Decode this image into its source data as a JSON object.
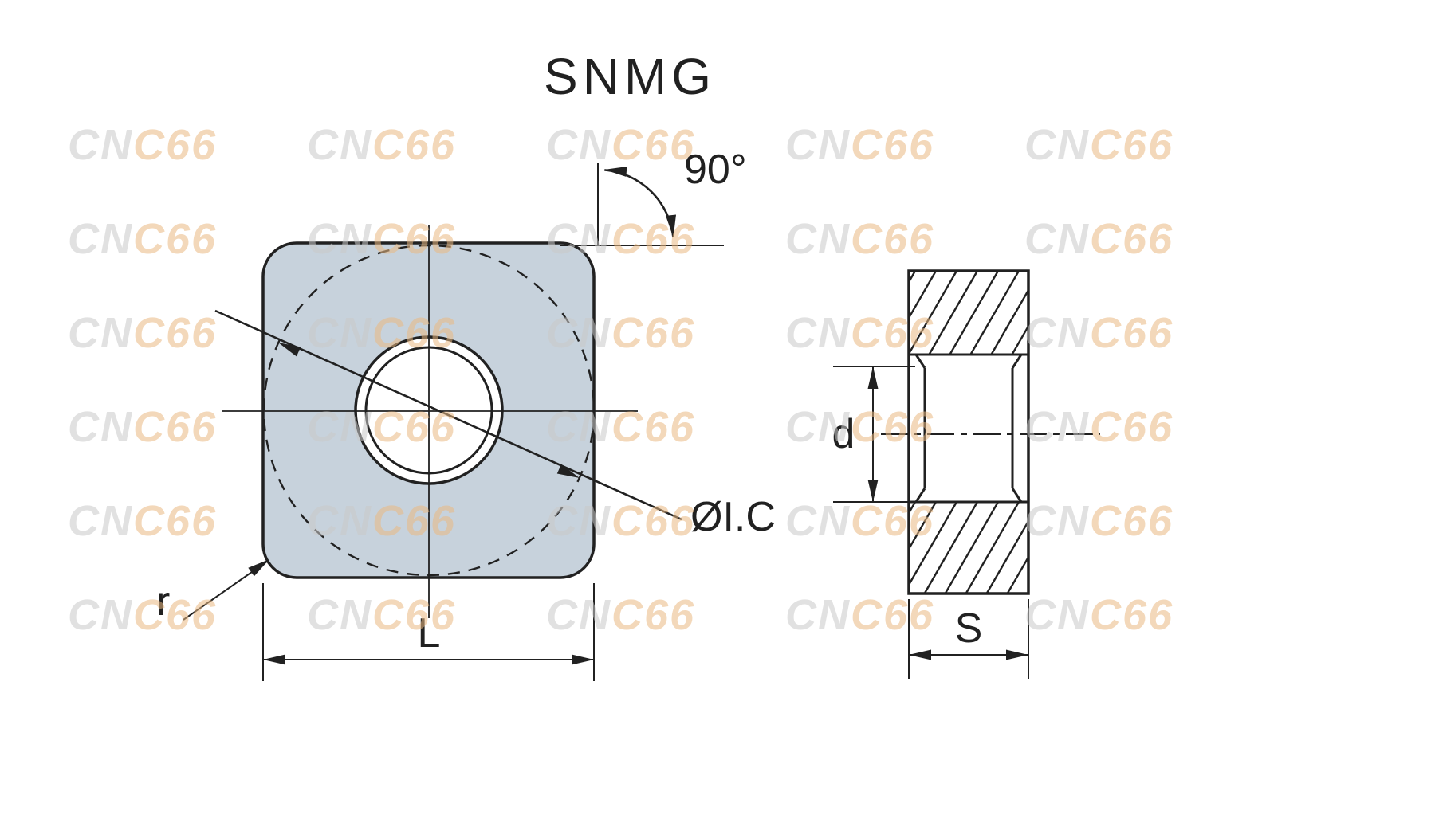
{
  "title": "SNMG",
  "watermark": {
    "part_gray": "CN",
    "part_orange": "C66",
    "color_gray": "#c9c9c9",
    "color_orange": "#eab983"
  },
  "colors": {
    "line": "#212121",
    "insert_fill": "#c7d2dc",
    "background": "#ffffff"
  },
  "front_view": {
    "angle_label": "90°",
    "inscribed_circle_label": "ØI.C",
    "corner_radius_label": "r",
    "length_label": "L"
  },
  "side_view": {
    "hole_diameter_label": "d",
    "thickness_label": "S"
  }
}
